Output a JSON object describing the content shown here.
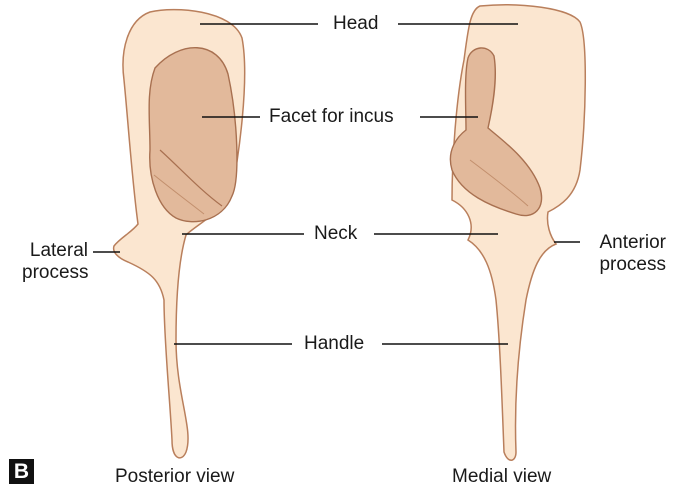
{
  "panel_letter": "B",
  "colors": {
    "bone_fill": "#fbe6d0",
    "bone_stroke": "#b97f5c",
    "facet_fill": "#e2b99b",
    "facet_light": "#efcfb6",
    "leader": "#111111",
    "badge": "#111111"
  },
  "labels": {
    "head": "Head",
    "facet": "Facet for incus",
    "neck": "Neck",
    "handle": "Handle",
    "lateral_process": [
      "Lateral",
      "process"
    ],
    "anterior_process": [
      "Anterior",
      "process"
    ]
  },
  "views": {
    "posterior": "Posterior view",
    "medial": "Medial view"
  }
}
